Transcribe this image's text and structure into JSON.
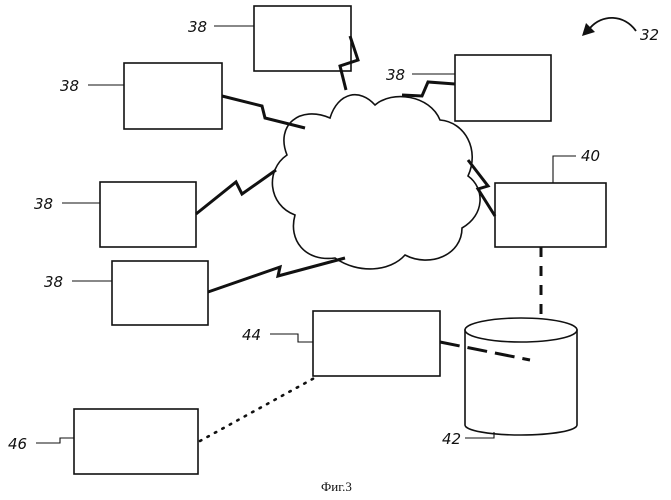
{
  "figure": {
    "caption": "Фиг.3",
    "system_label": "32",
    "client_label": "38",
    "server_label": "40",
    "database_label": "42",
    "terminal_label": "44",
    "remote_label": "46"
  }
}
